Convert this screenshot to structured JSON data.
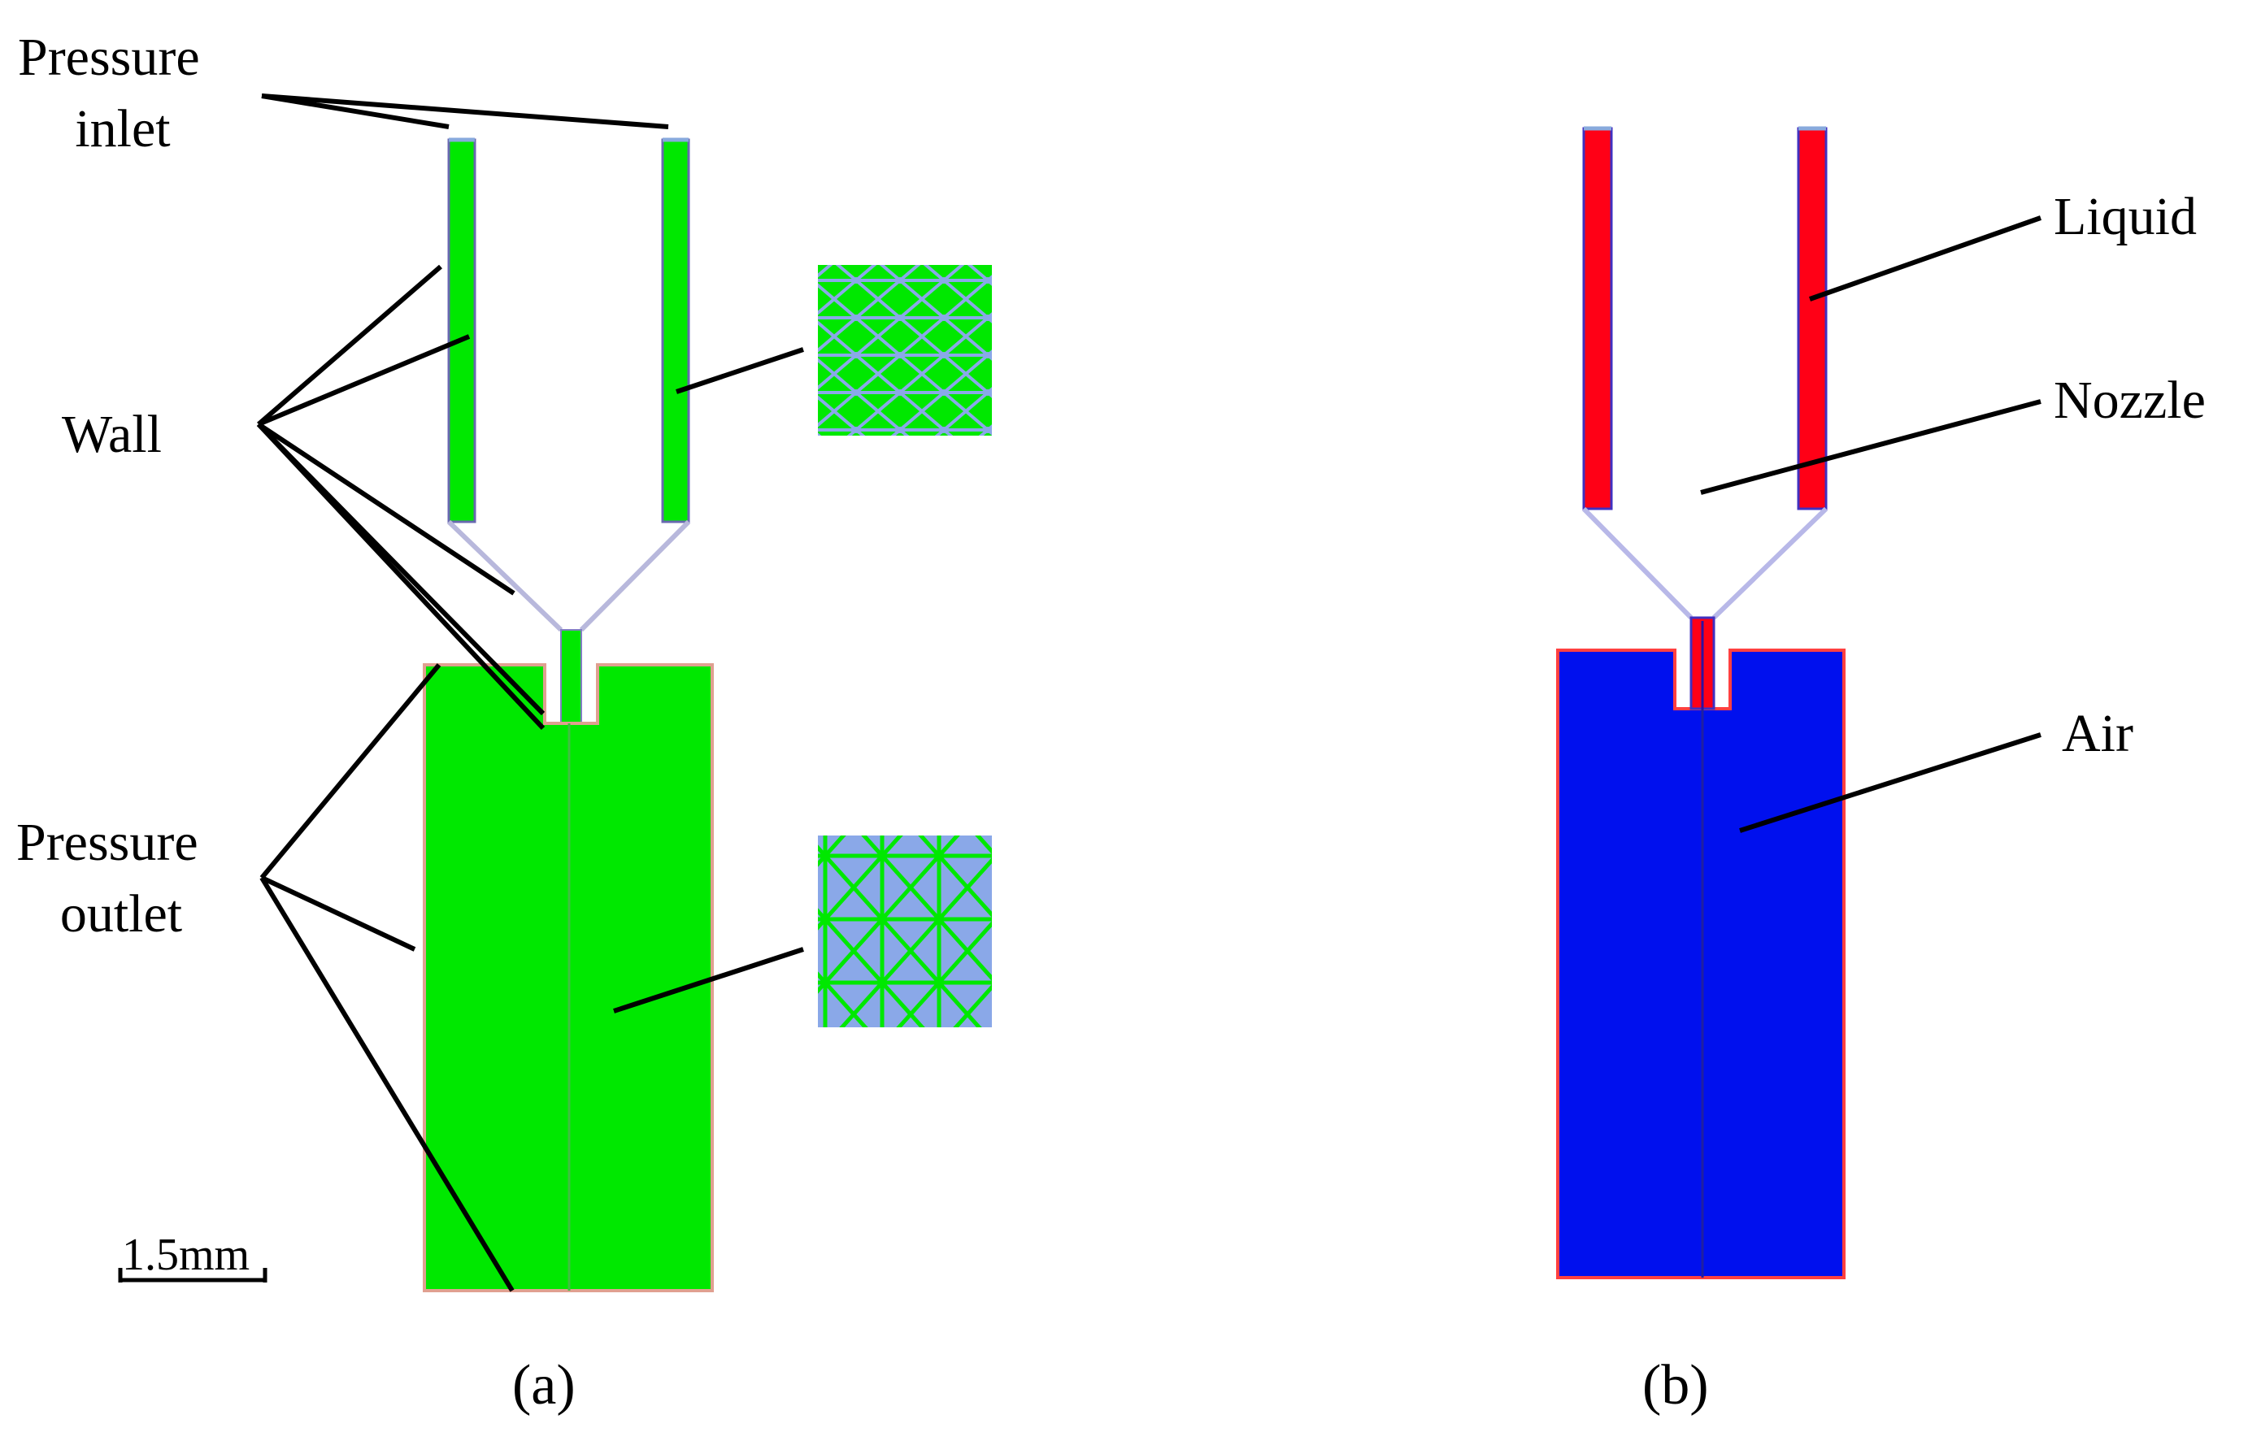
{
  "panel_a": {
    "caption": "(a)",
    "labels": {
      "pressure_inlet_line1": "Pressure",
      "pressure_inlet_line2": "inlet",
      "wall": "Wall",
      "pressure_outlet_line1": "Pressure",
      "pressure_outlet_line2": "outlet"
    },
    "scale_bar": "1.5mm"
  },
  "panel_b": {
    "caption": "(b)",
    "labels": {
      "liquid": "Liquid",
      "nozzle": "Nozzle",
      "air": "Air"
    }
  },
  "colors": {
    "mesh_green": "#00e800",
    "liquid_red": "#ff0016",
    "air_blue": "#0010ee",
    "mesh_blue_bg": "#8aa8e8",
    "wall_edge": "#b8b8dc"
  }
}
